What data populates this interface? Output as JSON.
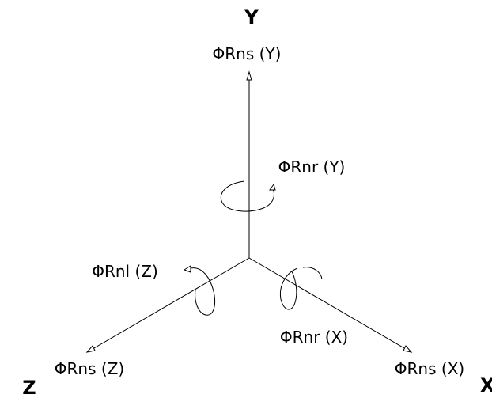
{
  "axes": {
    "y": {
      "letter": "Y",
      "translation_label": "ΦRns (Y)",
      "rotation_label": "ΦRnr (Y)"
    },
    "x": {
      "letter": "X",
      "translation_label": "ΦRns (X)",
      "rotation_label": "ΦRnr (X)"
    },
    "z": {
      "letter": "Z",
      "translation_label": "ΦRns (Z)",
      "rotation_label": "ΦRnl (Z)"
    }
  },
  "colors": {
    "ink": "#000000",
    "background": "#ffffff"
  }
}
